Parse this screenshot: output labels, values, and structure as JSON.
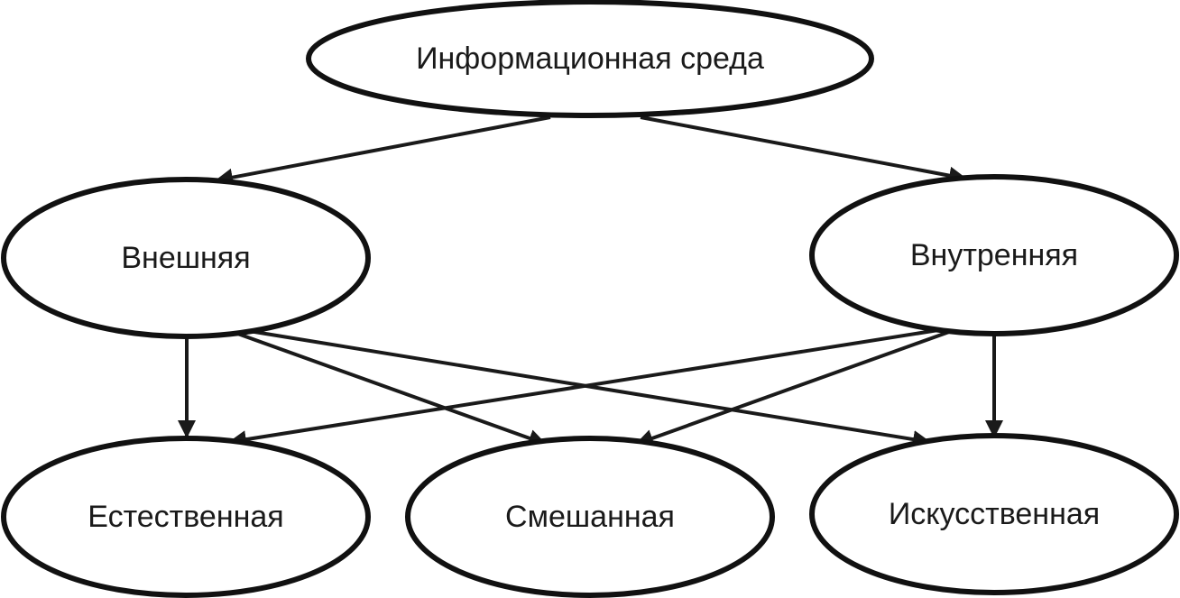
{
  "diagram": {
    "nodes": {
      "root": {
        "label": "Информационная среда"
      },
      "external": {
        "label": "Внешняя"
      },
      "internal": {
        "label": "Внутренняя"
      },
      "natural": {
        "label": "Естественная"
      },
      "mixed": {
        "label": "Смешанная"
      },
      "artificial": {
        "label": "Искусственная"
      }
    },
    "edges": [
      {
        "from": "root",
        "to": "external"
      },
      {
        "from": "root",
        "to": "internal"
      },
      {
        "from": "external",
        "to": "natural"
      },
      {
        "from": "external",
        "to": "mixed"
      },
      {
        "from": "external",
        "to": "artificial"
      },
      {
        "from": "internal",
        "to": "natural"
      },
      {
        "from": "internal",
        "to": "mixed"
      },
      {
        "from": "internal",
        "to": "artificial"
      }
    ]
  }
}
